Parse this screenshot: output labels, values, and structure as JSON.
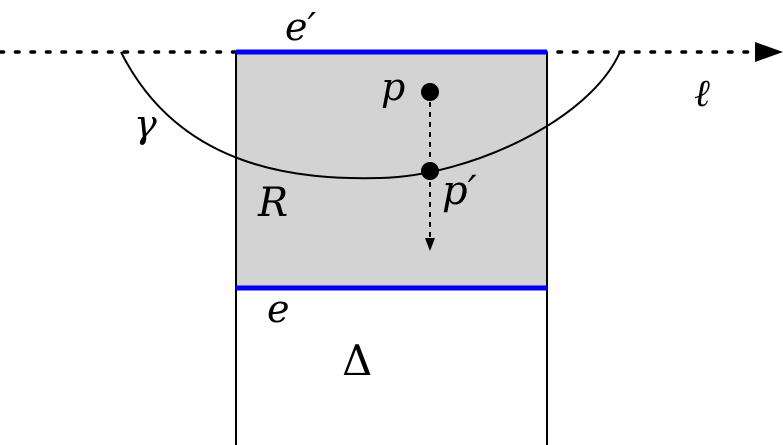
{
  "labels": {
    "e_prime": "e′",
    "p": "p",
    "ell": "ℓ",
    "gamma": "γ",
    "R": "R",
    "p_prime": "p′",
    "e": "e",
    "delta": "Δ"
  },
  "colors": {
    "edge_highlight": "#0000ee",
    "region_fill": "#d3d3d3",
    "stroke": "#000000"
  }
}
